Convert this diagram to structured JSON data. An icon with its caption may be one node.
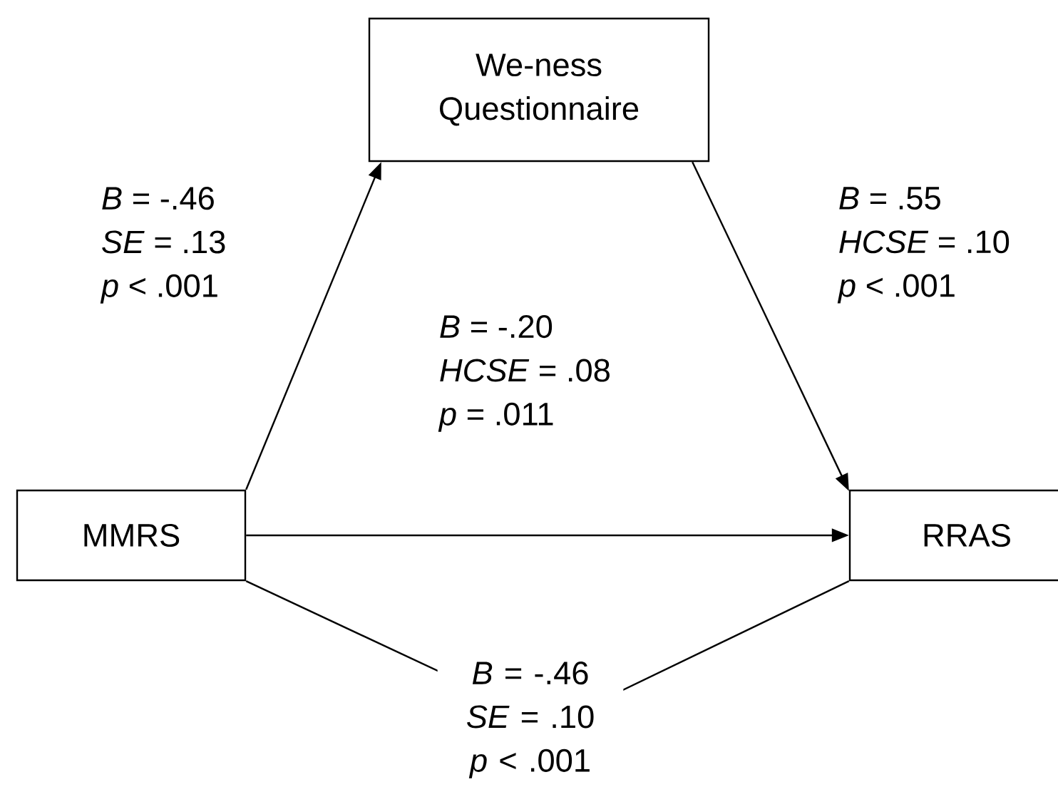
{
  "diagram": {
    "nodes": [
      {
        "text": [
          "We-ness Questionnaire"
        ]
      },
      {
        "text": [
          "MMRS"
        ]
      },
      {
        "text": [
          "RRAS"
        ]
      }
    ],
    "edges": [
      {
        "from": 1,
        "to": 0,
        "arrow": "to",
        "label": "*B* = -.46 *SE* = .13 *p* < .001"
      },
      {
        "from": 0,
        "to": 2,
        "arrow": "to",
        "label": "*B* = .55 *HCSE* = .10 *p* < .001"
      },
      {
        "from": 1,
        "to": 2,
        "arrow": "to",
        "label": "*B* = -.20 *HCSE* = .08 *p* = .011"
      },
      {
        "from": 1,
        "to": 2,
        "arrow": "none",
        "label": "*B* = -.46 *SE* = .10 *p* < .001"
      }
    ]
  }
}
